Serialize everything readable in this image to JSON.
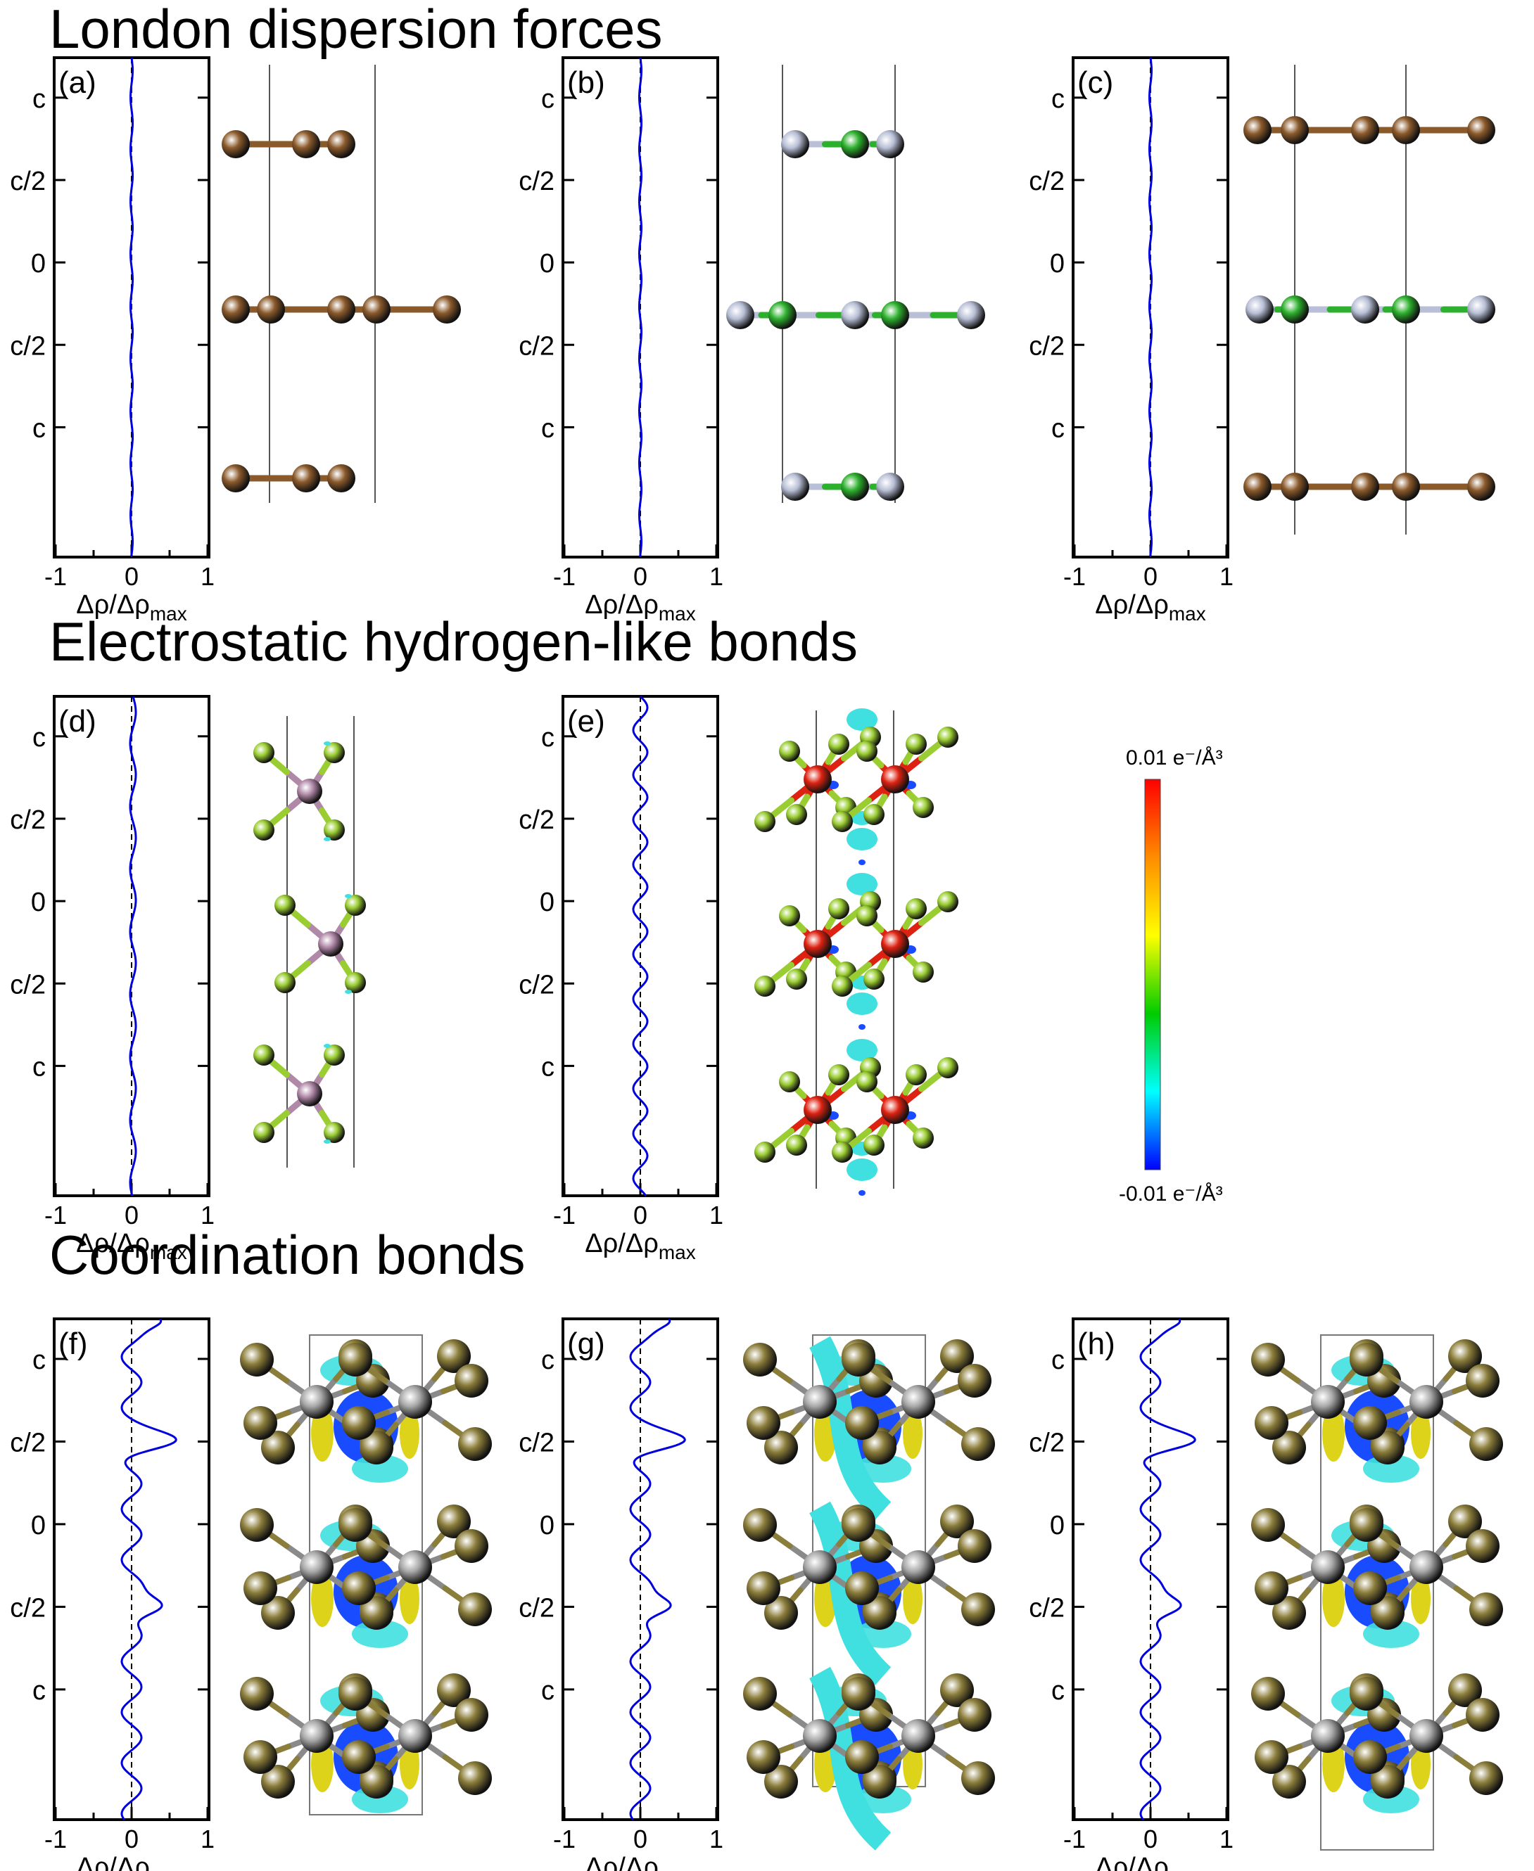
{
  "sections": [
    {
      "title": "London dispersion forces"
    },
    {
      "title": "Electrostatic hydrogen-like bonds"
    },
    {
      "title": "Coordination bonds"
    }
  ],
  "axis_common": {
    "xticks": [
      "-1",
      "0",
      "1"
    ],
    "xlabel": "Δρ/Δρmax",
    "xlabel_main": "Δρ/Δρ",
    "xlabel_sub": "max",
    "yticks": [
      "c",
      "c/2",
      "0",
      "c/2",
      "c"
    ]
  },
  "panels": [
    {
      "label": "(a)",
      "profile": "flat",
      "structure": "graphite-ABA"
    },
    {
      "label": "(b)",
      "profile": "flat",
      "structure": "hBN-ABA"
    },
    {
      "label": "(c)",
      "profile": "flat",
      "structure": "graphite-hBN-stack"
    },
    {
      "label": "(d)",
      "profile": "weak",
      "structure": "SiF4-like-stack"
    },
    {
      "label": "(e)",
      "profile": "medium",
      "structure": "octahedral-F-stack"
    },
    {
      "label": "(f)",
      "profile": "strong",
      "structure": "coordination-layer"
    },
    {
      "label": "(g)",
      "profile": "strong",
      "structure": "coordination-layer"
    },
    {
      "label": "(h)",
      "profile": "strong",
      "structure": "coordination-layer"
    }
  ],
  "colorbar": {
    "max_label": "0.01 e⁻/Å³",
    "min_label": "-0.01 e⁻/Å³",
    "colors": [
      "#ff0000",
      "#ff8c00",
      "#ffff00",
      "#00cc00",
      "#00ffff",
      "#0000ff"
    ]
  },
  "colors": {
    "carbon": "#8b5a2b",
    "boron": "#2db02d",
    "nitrogen": "#b8bfd6",
    "fluorine": "#9acd32",
    "central_purple": "#b088a8",
    "central_red": "#dd2211",
    "metal_gray": "#a8a8a8",
    "ligand_olive": "#8b7d3a",
    "iso_cyan": "#40e0e0",
    "iso_yellow": "#ddd31a",
    "iso_blue": "#1a4cff",
    "profile_line": "#0000dd"
  }
}
